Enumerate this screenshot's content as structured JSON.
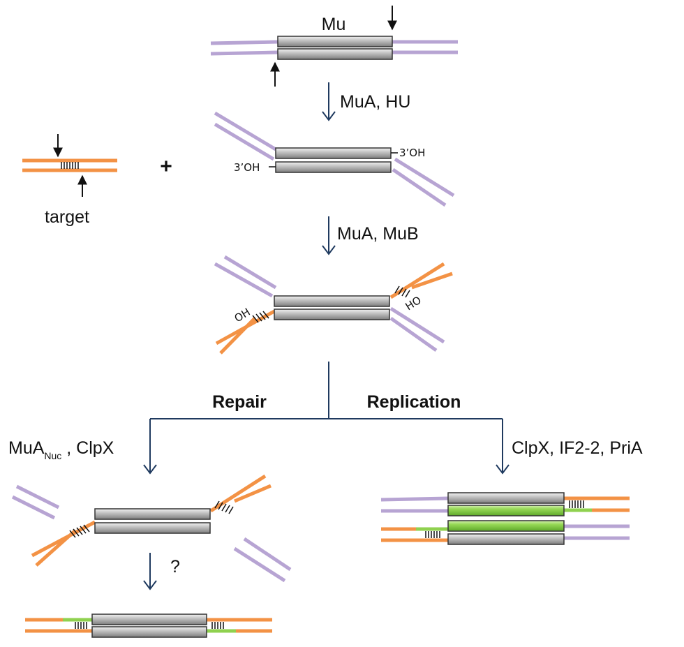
{
  "labels": {
    "mu": "Mu",
    "step1": "MuA, HU",
    "step2": "MuA, MuB",
    "target": "target",
    "plus": "+",
    "oh_top": "3’OH",
    "oh_bottom": "3’OH",
    "oh_left": "OH",
    "oh_right": "HO",
    "repair": "Repair",
    "replication": "Replication",
    "repair_enzyme_main": "MuA",
    "repair_enzyme_sub": "Nuc",
    "repair_enzyme_rest": " , ClpX",
    "replication_enzymes": "ClpX, IF2-2, PriA",
    "question": "?"
  },
  "colors": {
    "mu_flank": "#b7a4d3",
    "target_dna": "#f39245",
    "new_dna": "#8fd14f",
    "mu_body": "#a6a6a6",
    "arrow": "#1f3a5f",
    "text": "#111111"
  },
  "icons": {
    "cut_site_arrow": "down-arrow-icon",
    "reaction_arrow": "thin-down-arrow-icon"
  }
}
